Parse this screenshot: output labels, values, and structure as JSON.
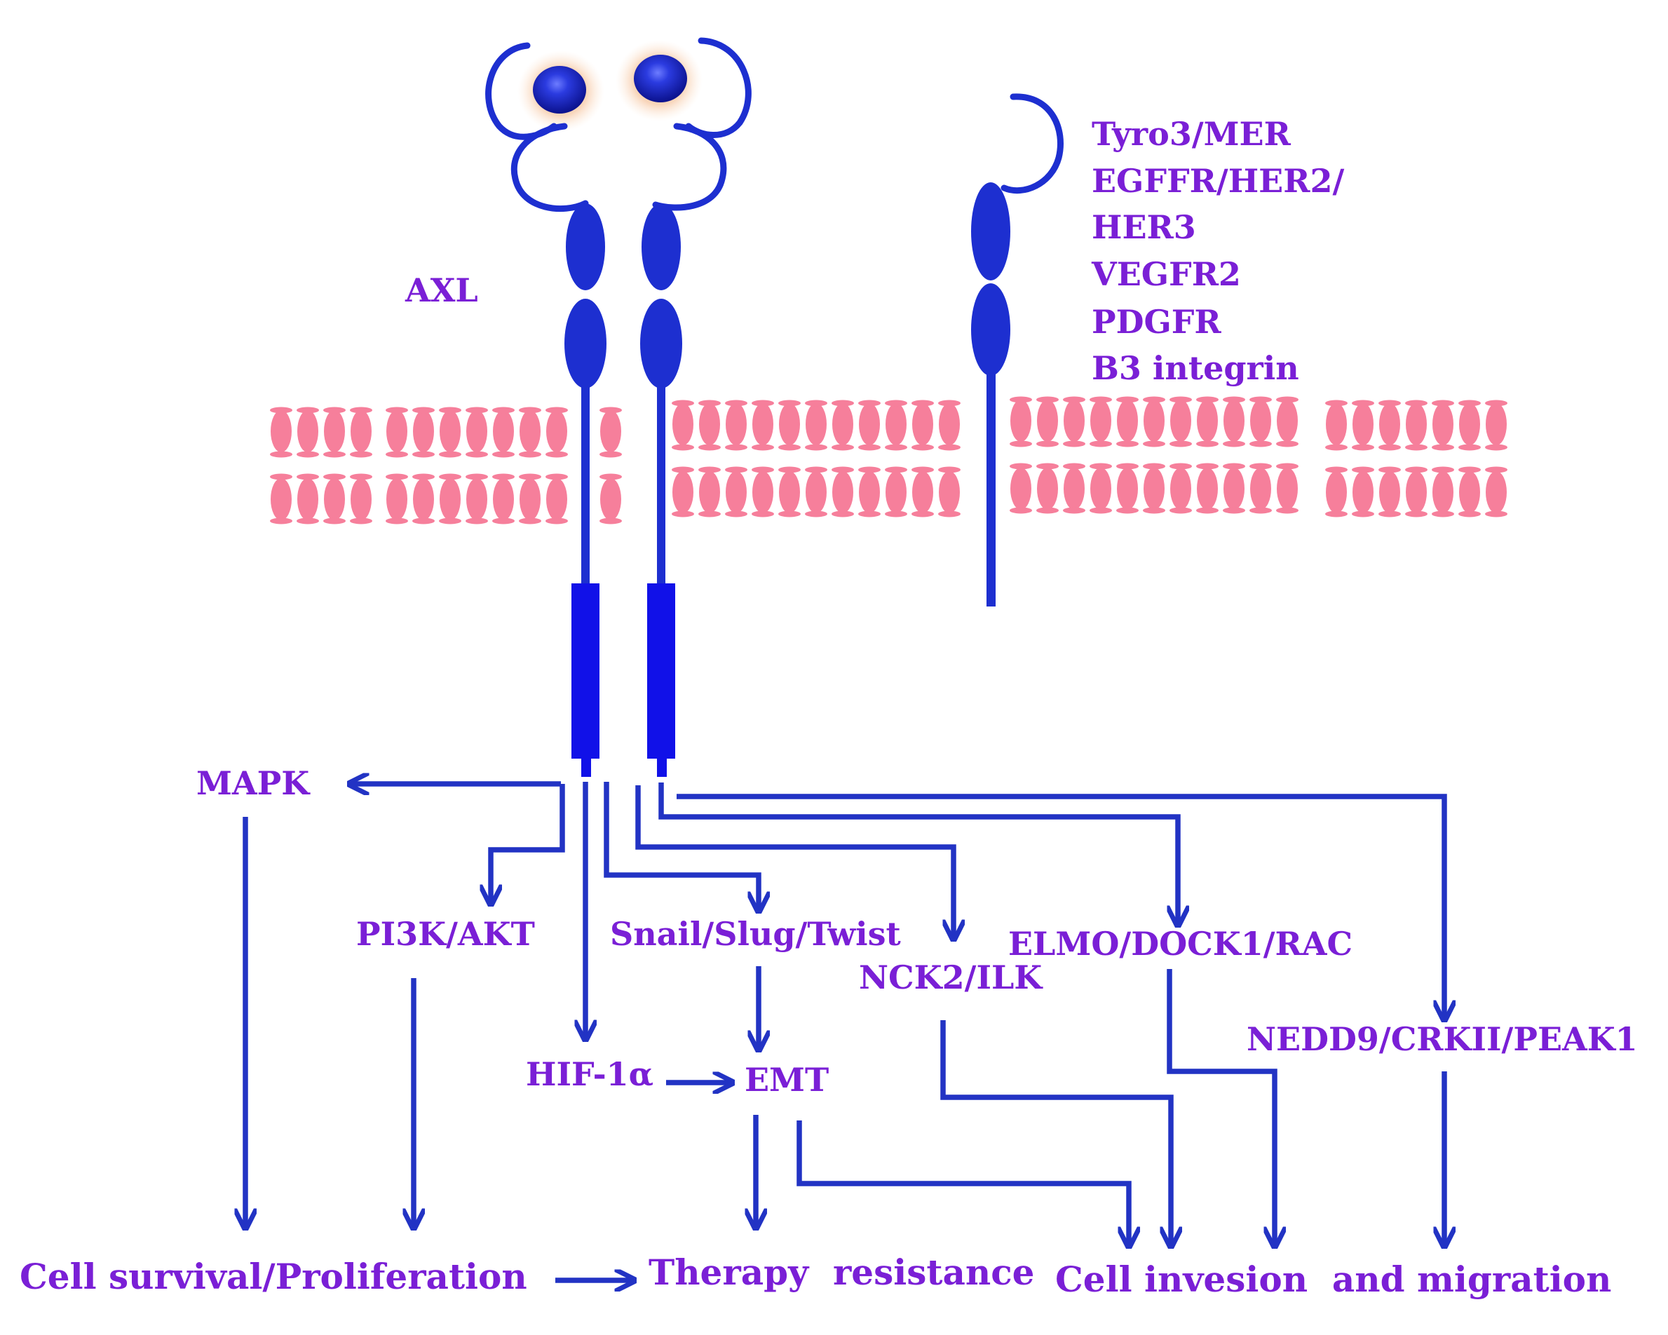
{
  "colors": {
    "label": "#7a1fd6",
    "receptor": "#1d2fd0",
    "receptor_dark": "#1019a8",
    "arrow": "#2233c4",
    "membrane": "#f67f9b",
    "glow": "#f6c6a0"
  },
  "labels": {
    "axl": "AXL",
    "partners": [
      "Tyro3/MER",
      "EGFFR/HER2/",
      "HER3",
      "VEGFR2",
      "PDGFR",
      "B3 integrin"
    ],
    "mapk": "MAPK",
    "pi3k": "PI3K/AKT",
    "snail": "Snail/Slug/Twist",
    "nck2": "NCK2/ILK",
    "elmo": "ELMO/DOCK1/RAC",
    "nedd9": "NEDD9/CRKII/PEAK1",
    "hif": "HIF-1α",
    "emt": "EMT",
    "survival": "Cell survival/Proliferation",
    "therapy": "Therapy  resistance",
    "invasion": "Cell invesion  and migration"
  }
}
